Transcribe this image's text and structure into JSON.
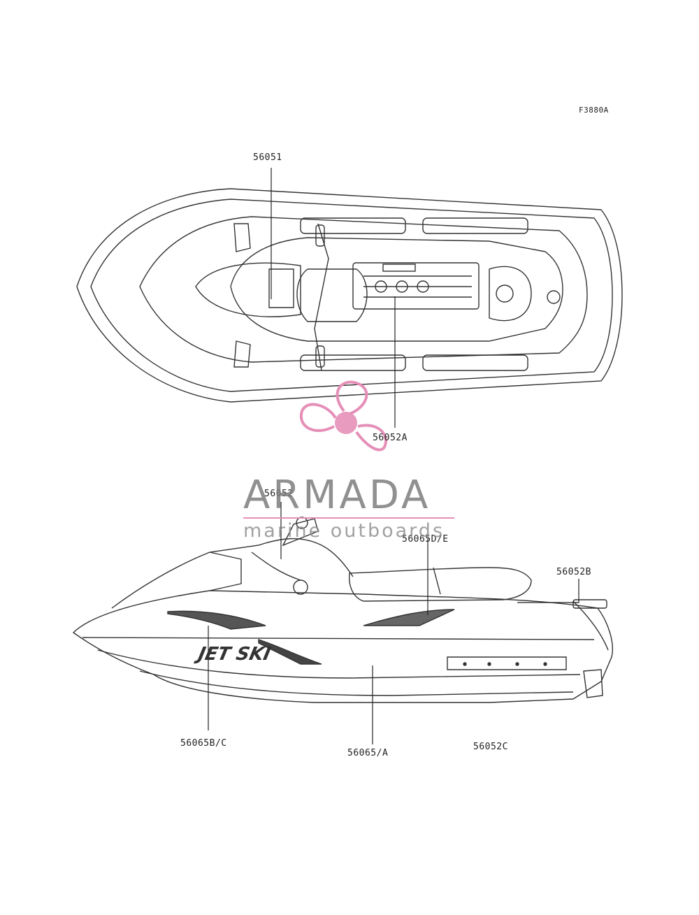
{
  "figure_code": "F3880A",
  "callouts": {
    "c1": "56051",
    "c2": "56052A",
    "c3": "56052",
    "c4": "56065D/E",
    "c5": "56052B",
    "c6": "56065B/C",
    "c7": "56065/A",
    "c8": "56052C"
  },
  "watermark": {
    "name": "ARMADA",
    "tagline": "marine outboards",
    "color": "#e58fb8"
  },
  "decals": {
    "hull_logo": "JET SKI"
  }
}
